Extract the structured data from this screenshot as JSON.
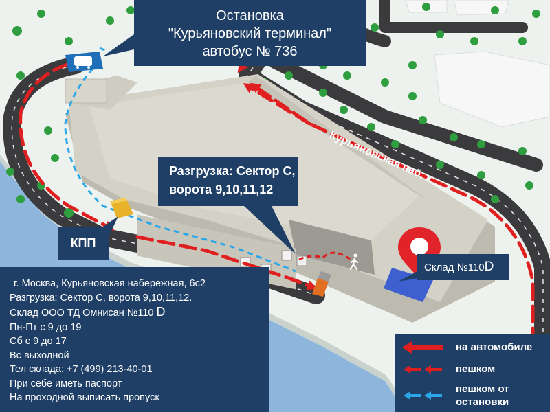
{
  "map": {
    "street_label": "Курьяновская наб.",
    "colors": {
      "water": "#8eb6dc",
      "ground": "#eef2ee",
      "road": "#3b3b3d",
      "building": "#d4d2c6",
      "panel": "#1f3f66",
      "car_route": "#e02020",
      "foot_route": "#2aa7e8",
      "warehouse": "#3d5fcf",
      "pin": "#e0242a",
      "trees": "#2e9e3f"
    },
    "icons": {
      "bus_stop": "bus-icon",
      "checkpoint": "checkpoint-booth-icon",
      "truck": "truck-icon",
      "pedestrian": "pedestrian-icon",
      "pin": "location-pin-icon"
    }
  },
  "callouts": {
    "bus_stop": {
      "line1": "Остановка",
      "line2": "\"Курьяновский терминал\"",
      "line3": "автобус № 736"
    },
    "unloading": {
      "line1": "Разгрузка: Сектор С,",
      "line2": "ворота 9,10,11,12"
    },
    "checkpoint": "КПП",
    "warehouse": {
      "label": "Склад №110",
      "letter": "D"
    }
  },
  "info": {
    "address": "г. Москва, Курьяновская набережная, 6с2",
    "unloading": "Разгрузка: Сектор С, ворота 9,10,11,12.",
    "warehouse_name": "Склад ООО ТД Омнисан №110",
    "warehouse_letter": "D",
    "hours_weekdays": "Пн-Пт с 9 до 19",
    "hours_saturday": "Сб с 9 до 17",
    "hours_sunday": "Вс выходной",
    "phone": "Тел склада: +7 (499) 213-40-01",
    "note_passport": "При себе иметь паспорт",
    "note_pass": "На проходной выписать пропуск"
  },
  "legend": {
    "by_car": "на автомобиле",
    "on_foot": "пешком",
    "from_stop_line1": "пешком от",
    "from_stop_line2": "остановки"
  }
}
